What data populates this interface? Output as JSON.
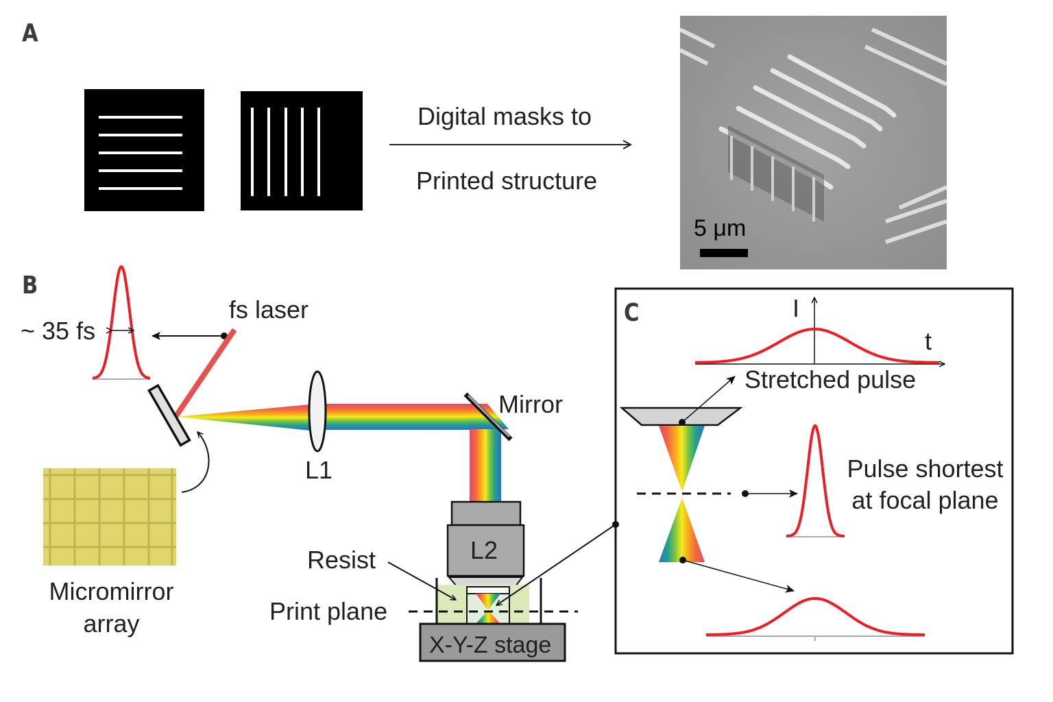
{
  "figure": {
    "panels": {
      "A": {
        "label": "A",
        "masks": [
          {
            "name": "horizontal-lines-mask",
            "orientation": "horizontal",
            "line_count": 5
          },
          {
            "name": "vertical-lines-mask",
            "orientation": "vertical",
            "line_count": 5
          }
        ],
        "arrow_text_top": "Digital masks to",
        "arrow_text_bottom": "Printed structure",
        "sem_image": {
          "description": "SEM micrograph of printed woodpile lattice structure",
          "scale_bar_label": "5 μm"
        }
      },
      "B": {
        "label": "B",
        "pulse_width_label": "~ 35 fs",
        "laser_label": "fs laser",
        "dmd_label_line1": "Micromirror",
        "dmd_label_line2": "array",
        "lens1_label": "L1",
        "mirror_label": "Mirror",
        "lens2_label": "L2",
        "resist_label": "Resist",
        "print_plane_label": "Print plane",
        "stage_label": "X-Y-Z stage"
      },
      "C": {
        "label": "C",
        "axis_y_label": "I",
        "axis_x_label": "t",
        "stretched_pulse_label": "Stretched pulse",
        "focal_label_line1": "Pulse shortest",
        "focal_label_line2": "at focal plane"
      }
    },
    "colors": {
      "pulse_red": "#ee1c24",
      "laser_beam": "#e85050",
      "optic_gray": "#aaaaaa",
      "resist_green": "#dce9b8",
      "stage_gray": "#9a9a9a",
      "mma_yellow": "#e0d56a"
    }
  }
}
